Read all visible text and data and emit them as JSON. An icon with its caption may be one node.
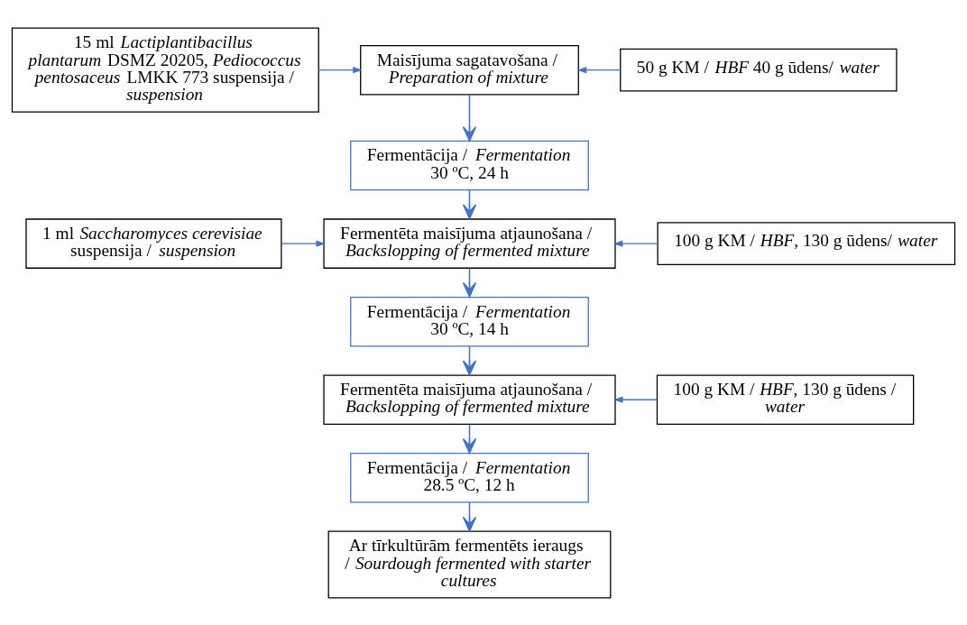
{
  "diagram": {
    "nodes": [
      {
        "text": [
          "15 ml *Lactiplantibacillus plantarum* DSMZ 20205, *Pediococcus pentosaceus* LMKK 773 suspensija / *suspension*"
        ]
      },
      {
        "text": [
          "Maisījuma sagatavošana / *Preparation of mixture*"
        ]
      },
      {
        "text": [
          "50 g KM / *HBF* 40 g ūdens/ *water*"
        ]
      },
      {
        "text": [
          "Fermentācija / *Fermentation*",
          "30 ºC, 24 h"
        ]
      },
      {
        "text": [
          "1 ml *Saccharomyces cerevisiae* suspensija / *suspension*"
        ]
      },
      {
        "text": [
          "Fermentēta maisījuma atjaunošana / *Backslopping of fermented mixture*"
        ]
      },
      {
        "text": [
          "100 g KM / *HBF*, 130 g ūdens/ *water*"
        ]
      },
      {
        "text": [
          "Fermentācija / *Fermentation*",
          "30 ºC, 14 h"
        ]
      },
      {
        "text": [
          "Fermentēta maisījuma atjaunošana / *Backslopping of fermented mixture*"
        ]
      },
      {
        "text": [
          "100 g KM / *HBF*, 130 g ūdens / *water*"
        ]
      },
      {
        "text": [
          "Fermentācija / *Fermentation*",
          "28.5 ºC, 12 h"
        ]
      },
      {
        "text": [
          "Ar tīrkultūrām fermentēts ieraugs / *Sourdough fermented with starter cultures*"
        ]
      }
    ],
    "edges": [
      {
        "from": 0,
        "to": 1,
        "arrow": "to"
      },
      {
        "from": 2,
        "to": 1,
        "arrow": "to"
      },
      {
        "from": 1,
        "to": 3,
        "arrow": "to"
      },
      {
        "from": 3,
        "to": 5,
        "arrow": "to"
      },
      {
        "from": 4,
        "to": 5,
        "arrow": "to"
      },
      {
        "from": 6,
        "to": 5,
        "arrow": "to"
      },
      {
        "from": 5,
        "to": 7,
        "arrow": "to"
      },
      {
        "from": 7,
        "to": 8,
        "arrow": "to"
      },
      {
        "from": 9,
        "to": 8,
        "arrow": "to"
      },
      {
        "from": 8,
        "to": 10,
        "arrow": "to"
      },
      {
        "from": 10,
        "to": 11,
        "arrow": "to"
      }
    ]
  }
}
